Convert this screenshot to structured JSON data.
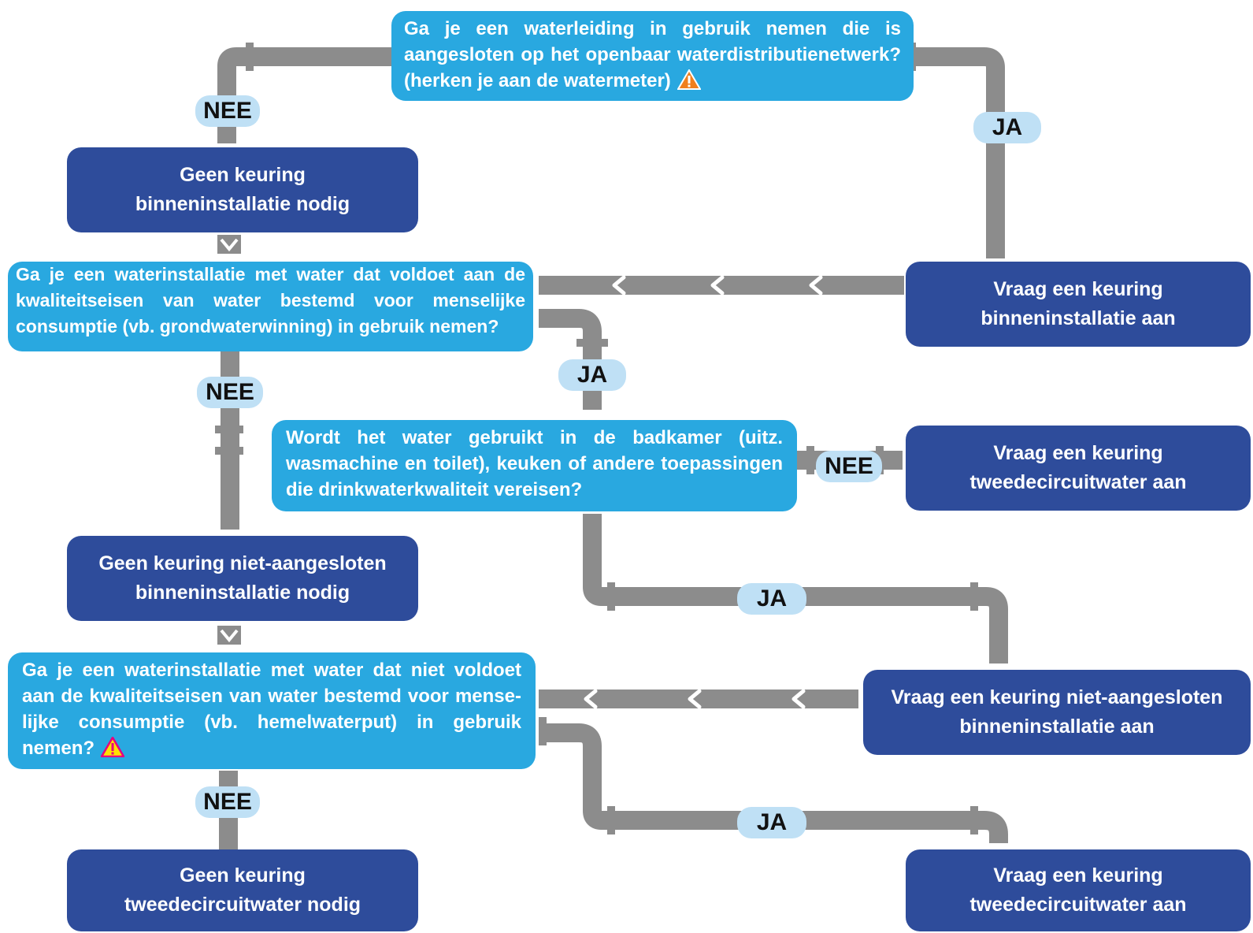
{
  "questions": {
    "q1": "Ga je een waterleiding in gebruik nemen die is aangesloten op het openbaar waterdistributienetwerk? (herken je aan de watermeter)",
    "q2": "Ga je een waterinstallatie met water dat voldoet aan de kwaliteitseisen van water bestemd voor menselijke consumptie (vb. grondwaterwinning) in gebruik nemen?",
    "q3": "Wordt het water gebruikt in de badkamer (uitz. wasmachine en toilet), keuken of andere toepassingen die drinkwaterkwaliteit vereisen?",
    "q4": "Ga je een waterinstallatie met water dat niet voldoet aan de kwaliteitseisen van water bestemd voor mense-lijke consumptie (vb. hemelwaterput) in gebruik nemen?"
  },
  "outcomes": {
    "no_check_internal": [
      "Geen keuring",
      "binneninstallatie nodig"
    ],
    "request_internal": [
      "Vraag een keuring",
      "binneninstallatie aan"
    ],
    "request_second_circuit_1": [
      "Vraag een keuring",
      "tweedecircuitwater aan"
    ],
    "no_check_non_connected": [
      "Geen keuring niet-aangesloten",
      "binneninstallatie nodig"
    ],
    "request_non_connected": [
      "Vraag een keuring niet-aangesloten",
      "binneninstallatie aan"
    ],
    "no_check_second_circuit": [
      "Geen keuring",
      "tweedecircuitwater nodig"
    ],
    "request_second_circuit_2": [
      "Vraag een keuring",
      "tweedecircuitwater aan"
    ]
  },
  "labels": {
    "yes": "JA",
    "no": "NEE"
  },
  "icons": {
    "warning_orange": "warning-triangle-icon",
    "warning_pink": "warning-triangle-icon"
  },
  "colors": {
    "question": "#29a8e0",
    "outcome": "#2e4c9b",
    "pipe": "#8c8c8c",
    "tag": "#bfe0f5",
    "warning_orange": "#f07f1d",
    "warning_pink": "#e6007e"
  }
}
